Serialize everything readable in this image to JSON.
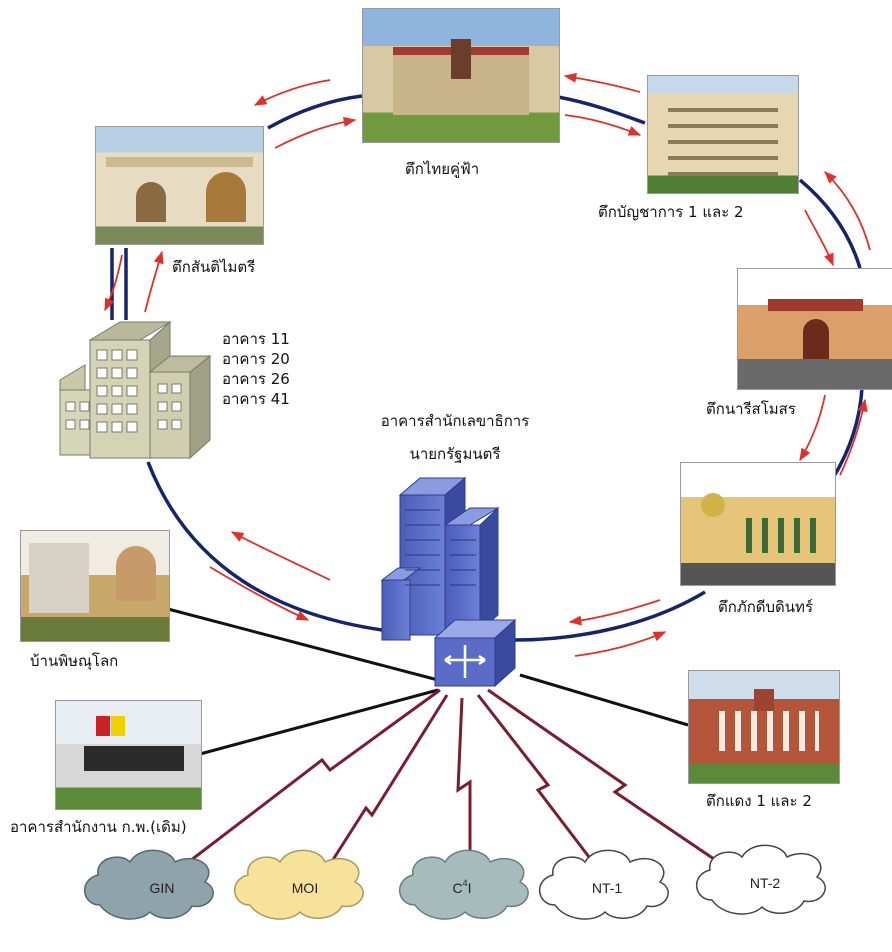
{
  "buildings": {
    "thai_khu_fah": "ตึกไทยคู่ฟ้า",
    "buncha_karn": "ตึกบัญชาการ 1 และ 2",
    "santi_maitri": "ตึกสันติไมตรี",
    "nari_samosorn": "ตึกนารีสโมสร",
    "phakdi_bodin": "ตึกภักดีบดินทร์",
    "baan_phitsanulok": "บ้านพิษณุโลก",
    "ocsc_old": "อาคารสำนักงาน ก.พ.(เดิม)",
    "daeng": "ตึกแดง 1 และ 2"
  },
  "building_group": [
    "อาคาร 11",
    "อาคาร 20",
    "อาคาร 26",
    "อาคาร 41"
  ],
  "center": {
    "line1": "อาคารสำนักเลขาธิการ",
    "line2": "นายกรัฐมนตรี"
  },
  "clouds": [
    {
      "label": "GIN",
      "color": "#8fa3ad"
    },
    {
      "label": "MOI",
      "color": "#f7e29a"
    },
    {
      "label": "C",
      "sup": "4",
      "tail": "I",
      "color": "#a6bcbc"
    },
    {
      "label": "NT-1",
      "color": "#ffffff"
    },
    {
      "label": "NT-2",
      "color": "#ffffff"
    }
  ],
  "colors": {
    "ring": "#14256b",
    "arrows": "#e0302a",
    "links": "#7a1d2e",
    "wired": "#111111"
  }
}
